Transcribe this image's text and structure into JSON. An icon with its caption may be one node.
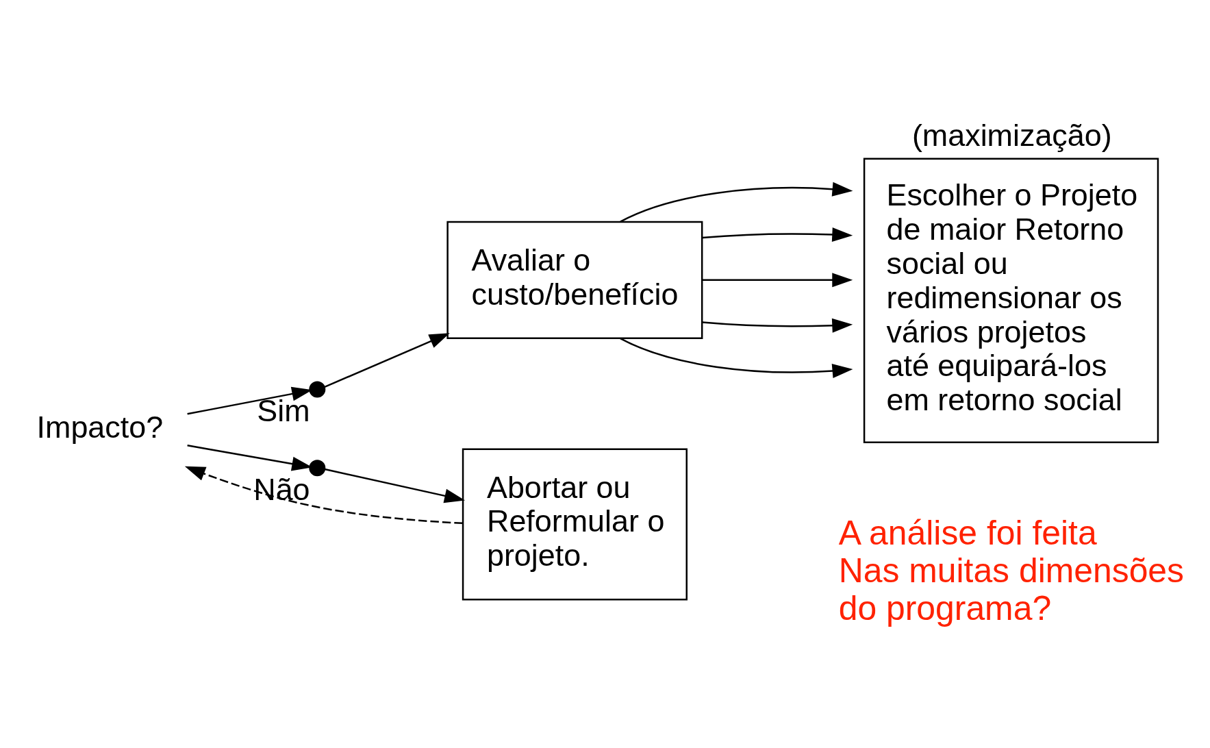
{
  "diagram": {
    "nodes": [
      {
        "text": [
          "Impacto?"
        ]
      },
      {
        "text": [],
        "shape": "circle",
        "beside": [
          "Sim"
        ]
      },
      {
        "text": [
          "Avaliar o custo/benefício"
        ]
      },
      {
        "text": [
          "(maximização)",
          "Escolher o Projeto de maior Retorno social ou redimensionar os vários projetos até equipará-los em retorno social"
        ]
      },
      {
        "text": [],
        "shape": "circle",
        "beside": [
          "Não"
        ]
      },
      {
        "text": [
          "Abortar ou Reformular o projeto."
        ]
      }
    ],
    "edges": [
      {
        "from": 0,
        "to": 1,
        "arrow": "to"
      },
      {
        "from": 1,
        "to": 2,
        "arrow": "to"
      },
      {
        "from": 2,
        "to": 3,
        "arrow": "to"
      },
      {
        "from": 2,
        "to": 3,
        "arrow": "to"
      },
      {
        "from": 2,
        "to": 3,
        "arrow": "to"
      },
      {
        "from": 2,
        "to": 3,
        "arrow": "to"
      },
      {
        "from": 2,
        "to": 3,
        "arrow": "to"
      },
      {
        "from": 0,
        "to": 4,
        "arrow": "to"
      },
      {
        "from": 4,
        "to": 5,
        "arrow": "to"
      },
      {
        "from": 5,
        "to": 0,
        "arrow": "to",
        "style": "dashed"
      }
    ],
    "labels": [
      "A análise foi feita Nas muitas dimensões do programa?"
    ]
  }
}
